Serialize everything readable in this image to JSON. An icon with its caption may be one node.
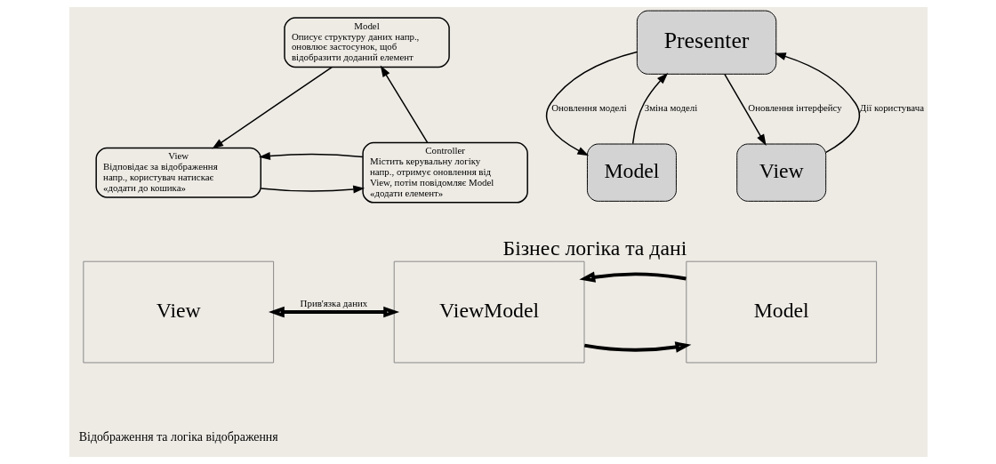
{
  "diagram": {
    "nodes": [
      {
        "text": [
          "Model",
          "Описує структуру даних напр., оновлює застосунок, щоб відобразити доданий елемент"
        ]
      },
      {
        "text": [
          "View",
          "Відповідає за відображення напр., користувач натискає «додати до кошика»"
        ]
      },
      {
        "text": [
          "Controller",
          "Містить керувальну логіку напр., отримує оновлення від View, потім повідомляє Model «додати елемент»"
        ]
      },
      {
        "text": [
          "Presenter"
        ]
      },
      {
        "text": [
          "Model"
        ]
      },
      {
        "text": [
          "View"
        ]
      },
      {
        "text": [
          "View"
        ]
      },
      {
        "text": [
          "ViewModel"
        ]
      },
      {
        "text": [
          "Model"
        ],
        "beside": [
          "Бізнес логіка та дані"
        ]
      }
    ],
    "edges": [
      {
        "from": 0,
        "to": 1,
        "arrow": "to"
      },
      {
        "from": 2,
        "to": 0,
        "arrow": "to"
      },
      {
        "from": 1,
        "to": 2,
        "arrow": "to"
      },
      {
        "from": 2,
        "to": 1,
        "arrow": "to"
      },
      {
        "from": 4,
        "to": 3,
        "arrow": "to",
        "label": "Зміна моделі"
      },
      {
        "from": 3,
        "to": 4,
        "arrow": "to",
        "label": "Оновлення моделі"
      },
      {
        "from": 3,
        "to": 5,
        "arrow": "to",
        "label": "Оновлення інтерфейсу"
      },
      {
        "from": 5,
        "to": 3,
        "arrow": "to",
        "label": "Дії користувача"
      },
      {
        "from": 6,
        "to": 7,
        "arrow": "both",
        "label": "Прив'язка даних",
        "style": "thick"
      },
      {
        "from": 7,
        "to": 8,
        "arrow": "to",
        "style": "thick"
      },
      {
        "from": 8,
        "to": 7,
        "arrow": "to",
        "style": "thick"
      }
    ],
    "labels": [
      "Відображення та логіка відображення"
    ]
  }
}
